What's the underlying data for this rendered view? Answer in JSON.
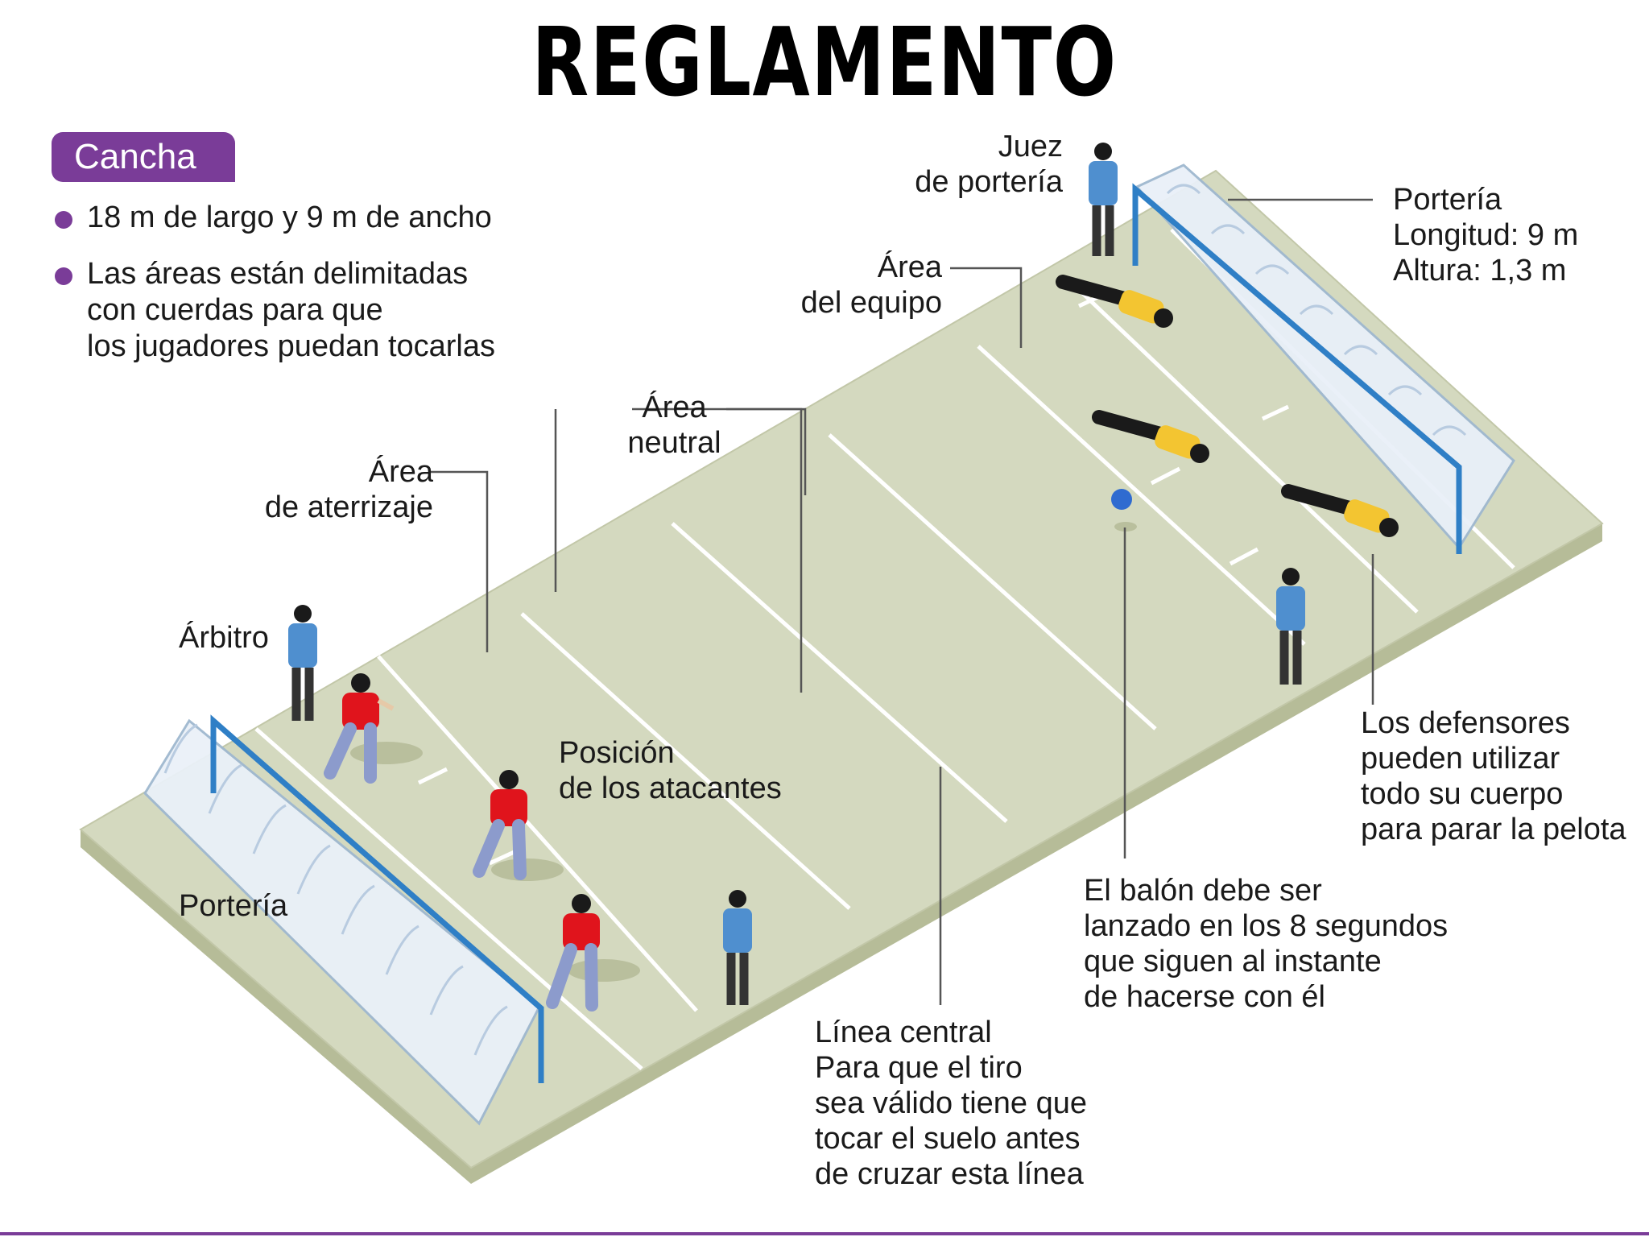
{
  "title": "REGLAMENTO",
  "cancha": {
    "heading": "Cancha",
    "bullets": [
      "18 m de largo y 9 m de ancho",
      "Las áreas están delimitadas\ncon cuerdas para que\nlos jugadores puedan tocarlas"
    ]
  },
  "labels": {
    "juez": "Juez\nde portería",
    "porteria_right": "Portería\nLongitud: 9 m\nAltura: 1,3 m",
    "area_equipo": "Área\ndel equipo",
    "area_neutral": "Área\nneutral",
    "area_aterrizaje": "Área\nde aterrizaje",
    "arbitro": "Árbitro",
    "posicion": "Posición\nde los atacantes",
    "porteria_left": "Portería",
    "defensores": "Los defensores\npueden utilizar\ntodo su cuerpo\npara parar la pelota",
    "balon": "El balón debe ser\nlanzado en los 8 segundos\nque siguen al instante\nde hacerse con él",
    "linea_central": "Línea central\nPara que el tiro\nsea válido tiene que\ntocar el suelo antes\nde cruzar esta línea"
  },
  "colors": {
    "accent": "#7a3c98",
    "field": "#d4d9bf",
    "field_edge": "#b6bc98",
    "goal_frame": "#2f7fc6",
    "attacker_shirt": "#e0141c",
    "defender_shirt": "#f3c531",
    "official_shirt": "#4f8fcf"
  }
}
